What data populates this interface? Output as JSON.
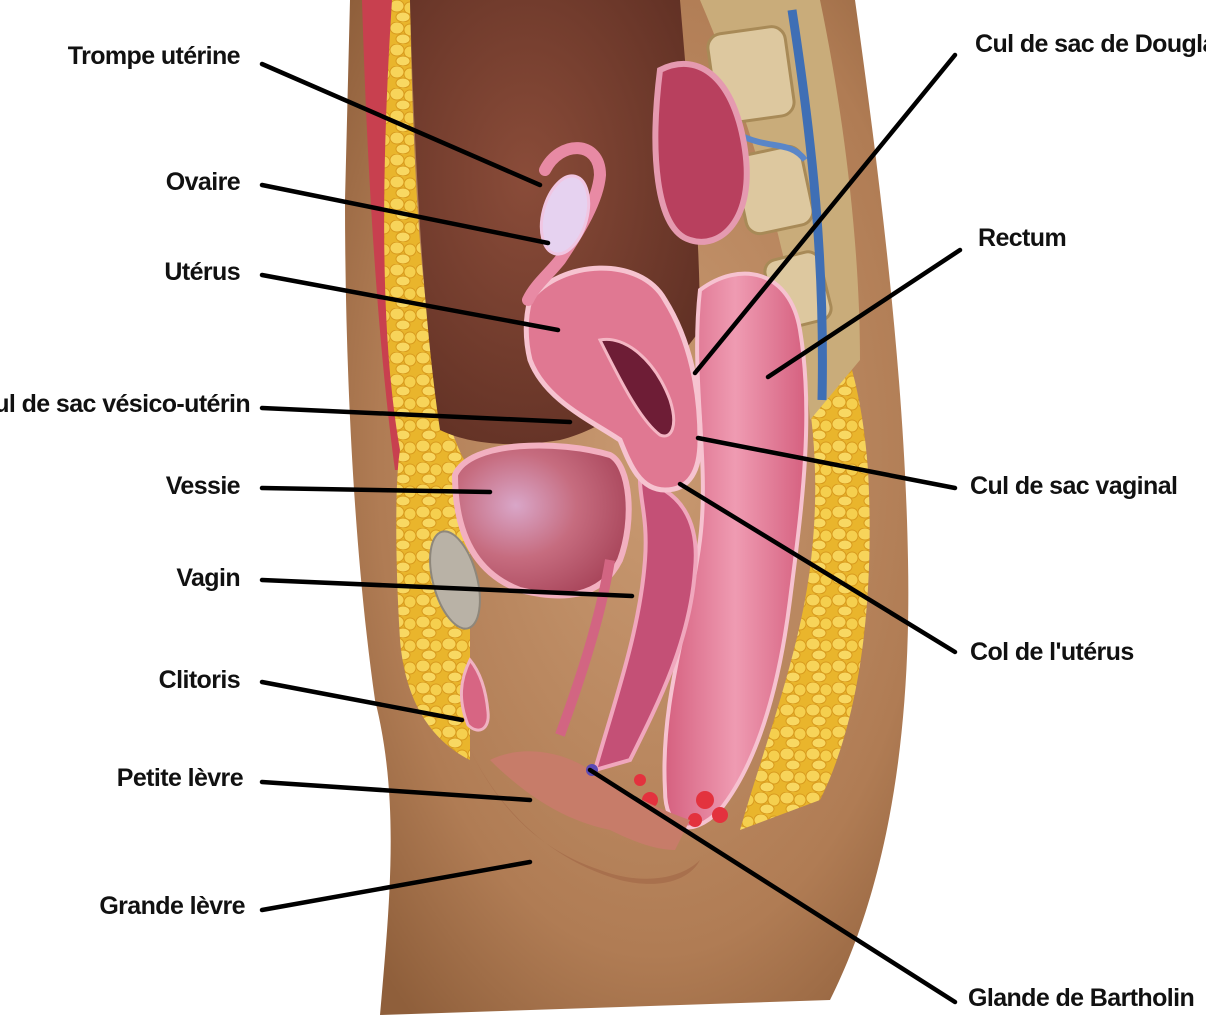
{
  "labels": {
    "trompe": "Trompe utérine",
    "ovaire": "Ovaire",
    "uterus": "Utérus",
    "cul_vesico": "Cul de sac vésico-utérin",
    "vessie": "Vessie",
    "vagin": "Vagin",
    "clitoris": "Clitoris",
    "petite_levre": "Petite lèvre",
    "grande_levre": "Grande lèvre",
    "cul_douglas": "Cul de sac de Douglas",
    "rectum": "Rectum",
    "cul_vaginal": "Cul de sac vaginal",
    "col_uterus": "Col de l'utérus",
    "glande_bartholin": "Glande de Bartholin"
  },
  "colors": {
    "skin": "#b9865d",
    "skin_dark": "#8a5a36",
    "fat": "#f1c53a",
    "muscle": "#d9426a",
    "uterus": "#e07892",
    "uterus_inner": "#f4b6c4",
    "bladder": "#c85a6e",
    "rectum": "#e27b99",
    "bone": "#d9c39a",
    "vein": "#3f6fb5",
    "cavity": "#6b3a2c",
    "ovary": "#e6d2f0",
    "leader": "#000000",
    "text": "#111111"
  }
}
